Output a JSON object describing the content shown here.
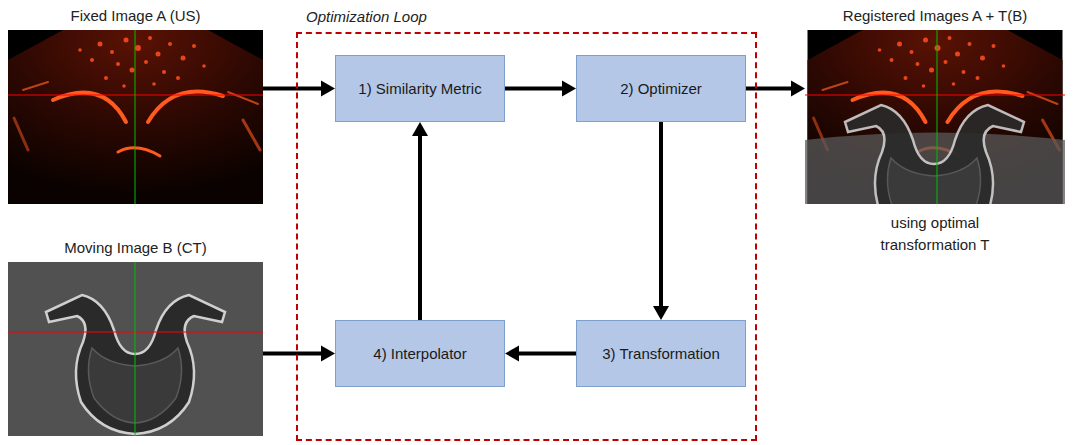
{
  "diagram": {
    "nodes": [
      {
        "text": [
          "Fixed Image A (US)"
        ]
      },
      {
        "text": [
          "Optimization Loop"
        ]
      },
      {
        "text": [
          "1) Similarity Metric"
        ],
        "in": 1
      },
      {
        "text": [
          "2) Optimizer"
        ],
        "in": 1
      },
      {
        "text": [
          "Registered Images A + T(B)",
          "using optimal transformation T"
        ]
      },
      {
        "text": [
          "Moving Image B (CT)"
        ]
      },
      {
        "text": [
          "4) Interpolator"
        ],
        "in": 1
      },
      {
        "text": [
          "3) Transformation"
        ],
        "in": 1
      }
    ],
    "edges": [
      {
        "from": 0,
        "to": 2,
        "arrow": "to"
      },
      {
        "from": 2,
        "to": 3,
        "arrow": "to"
      },
      {
        "from": 3,
        "to": 4,
        "arrow": "to"
      },
      {
        "from": 3,
        "to": 7,
        "arrow": "to"
      },
      {
        "from": 7,
        "to": 6,
        "arrow": "to"
      },
      {
        "from": 5,
        "to": 6,
        "arrow": "to"
      },
      {
        "from": 6,
        "to": 2,
        "arrow": "to"
      }
    ]
  }
}
